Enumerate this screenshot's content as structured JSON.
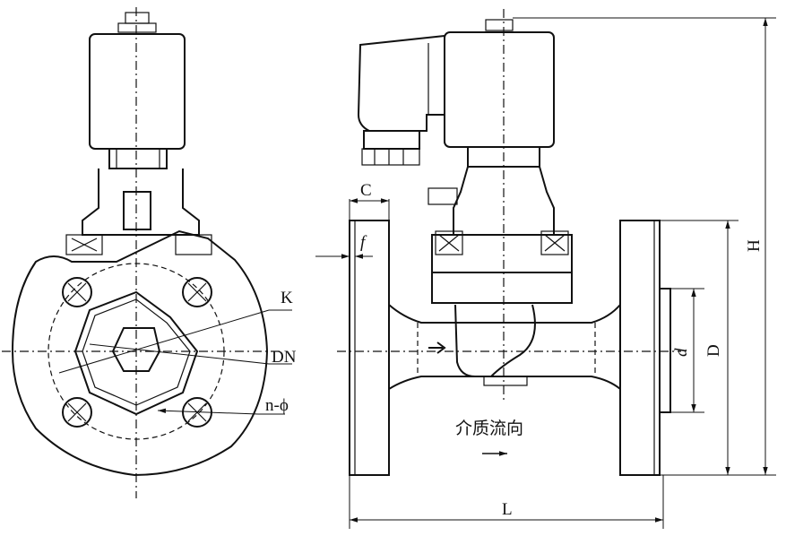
{
  "labels": {
    "k": "K",
    "dn": "DN",
    "n_phi": "n-ϕ",
    "c": "C",
    "f": "f",
    "l": "L",
    "h": "H",
    "d_small": "d",
    "d_large": "D",
    "flow": "介质流向"
  }
}
